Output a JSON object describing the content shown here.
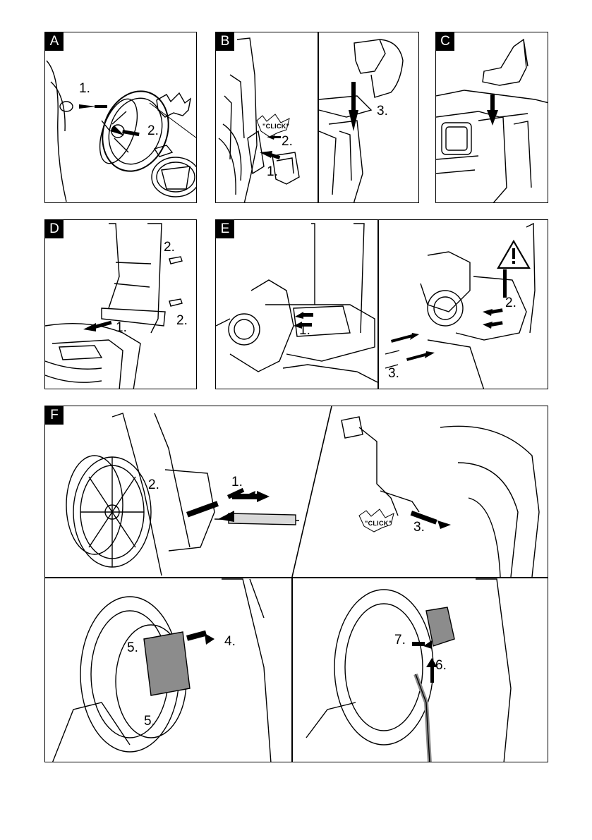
{
  "panels": {
    "a": {
      "letter": "A",
      "steps": [
        "1.",
        "2."
      ]
    },
    "b": {
      "letter": "B",
      "steps": [
        "1.",
        "2.",
        "3."
      ],
      "click": "\"CLICK\""
    },
    "c": {
      "letter": "C"
    },
    "d": {
      "letter": "D",
      "steps": [
        "1.",
        "2.",
        "2."
      ]
    },
    "e": {
      "letter": "E",
      "steps": [
        "1.",
        "2.",
        "3."
      ]
    },
    "f": {
      "letter": "F",
      "steps": [
        "1.",
        "2.",
        "3.",
        "4.",
        "5.",
        "5.",
        "6.",
        "7."
      ],
      "click": "\"CLICK\""
    }
  },
  "colors": {
    "ink": "#000000",
    "paper": "#ffffff",
    "part_gray": "#8c8c8c",
    "light_gray": "#d9d9d9"
  }
}
